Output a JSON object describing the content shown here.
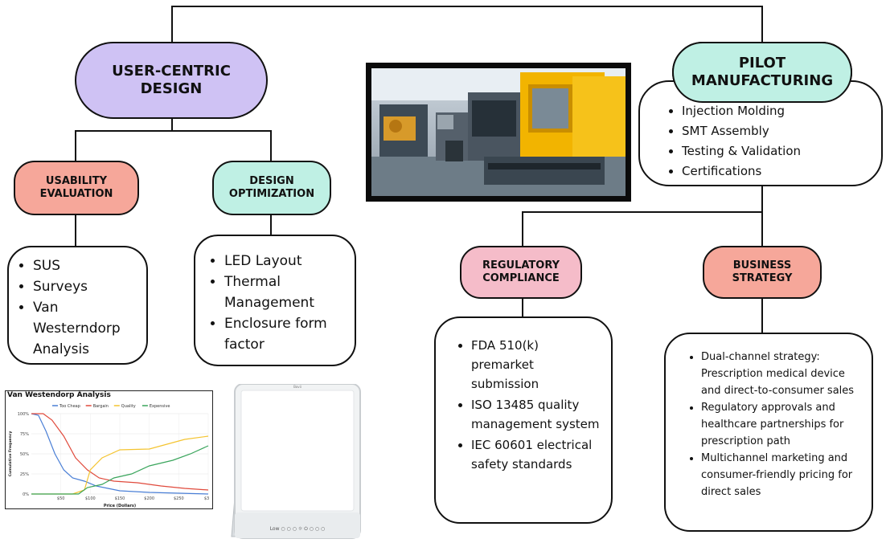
{
  "colors": {
    "user_centric": "#cfc2f4",
    "usability": "#f6a79a",
    "design_opt": "#bff0e4",
    "pilot": "#bff0e4",
    "regulatory": "#f5bcc9",
    "business": "#f6a79a"
  },
  "nodes": {
    "user_centric": {
      "line1": "USER-CENTRIC",
      "line2": "DESIGN"
    },
    "usability": {
      "line1": "USABILITY",
      "line2": "EVALUATION"
    },
    "design_opt": {
      "line1": "DESIGN",
      "line2": "OPTIMIZATION"
    },
    "pilot": {
      "line1": "PILOT",
      "line2": "MANUFACTURING"
    },
    "regulatory": {
      "line1": "REGULATORY",
      "line2": "COMPLIANCE"
    },
    "business": {
      "line1": "BUSINESS",
      "line2": "STRATEGY"
    }
  },
  "lists": {
    "usability": [
      "SUS",
      "Surveys",
      "Van Westerndorp Analysis"
    ],
    "design_opt": [
      "LED Layout",
      "Thermal Management",
      "Enclosure form factor"
    ],
    "pilot": [
      "Injection Molding",
      "SMT Assembly",
      "Testing & Validation",
      "Certifications"
    ],
    "regulatory": [
      "FDA 510(k) premarket submission",
      "ISO 13485 quality management system",
      "IEC 60601 electrical safety standards"
    ],
    "business": [
      "Dual-channel strategy: Prescription medical device and direct-to-consumer sales",
      "Regulatory approvals and healthcare partnerships for prescription path",
      "Multichannel marketing and consumer-friendly pricing for direct sales"
    ]
  },
  "chart_data": {
    "type": "line",
    "title": "Van Westendorp Analysis",
    "xlabel": "Price (Dollars)",
    "ylabel": "Cumulative Frequency",
    "x_ticks": [
      "$50",
      "$100",
      "$150",
      "$200",
      "$250",
      "$3"
    ],
    "y_ticks": [
      "0%",
      "25%",
      "50%",
      "75%",
      "100%"
    ],
    "xlim": [
      0,
      300
    ],
    "ylim": [
      0,
      100
    ],
    "legend_position": "top",
    "series": [
      {
        "name": "Too Cheap",
        "color": "#4a7fd6",
        "points": [
          [
            0,
            100
          ],
          [
            12,
            98
          ],
          [
            25,
            78
          ],
          [
            40,
            50
          ],
          [
            55,
            30
          ],
          [
            70,
            20
          ],
          [
            90,
            16
          ],
          [
            110,
            10
          ],
          [
            130,
            7
          ],
          [
            150,
            4
          ],
          [
            200,
            2
          ],
          [
            300,
            0
          ]
        ]
      },
      {
        "name": "Bargain",
        "color": "#e04a3c",
        "points": [
          [
            0,
            100
          ],
          [
            20,
            100
          ],
          [
            35,
            92
          ],
          [
            55,
            72
          ],
          [
            75,
            45
          ],
          [
            95,
            30
          ],
          [
            115,
            20
          ],
          [
            140,
            16
          ],
          [
            180,
            14
          ],
          [
            220,
            10
          ],
          [
            260,
            7
          ],
          [
            300,
            5
          ]
        ]
      },
      {
        "name": "Quality",
        "color": "#f4c430",
        "points": [
          [
            0,
            0
          ],
          [
            70,
            0
          ],
          [
            90,
            5
          ],
          [
            100,
            30
          ],
          [
            120,
            45
          ],
          [
            150,
            55
          ],
          [
            200,
            56
          ],
          [
            230,
            62
          ],
          [
            260,
            68
          ],
          [
            300,
            72
          ]
        ]
      },
      {
        "name": "Expensive",
        "color": "#3aa55c",
        "points": [
          [
            0,
            0
          ],
          [
            80,
            0
          ],
          [
            95,
            8
          ],
          [
            120,
            12
          ],
          [
            140,
            20
          ],
          [
            170,
            25
          ],
          [
            200,
            35
          ],
          [
            240,
            42
          ],
          [
            270,
            50
          ],
          [
            300,
            60
          ]
        ]
      }
    ]
  },
  "device": {
    "brand": "Bovii",
    "controls": "Low  ○ ○ ○  ☼     ⏻   ○ ○ ○"
  }
}
